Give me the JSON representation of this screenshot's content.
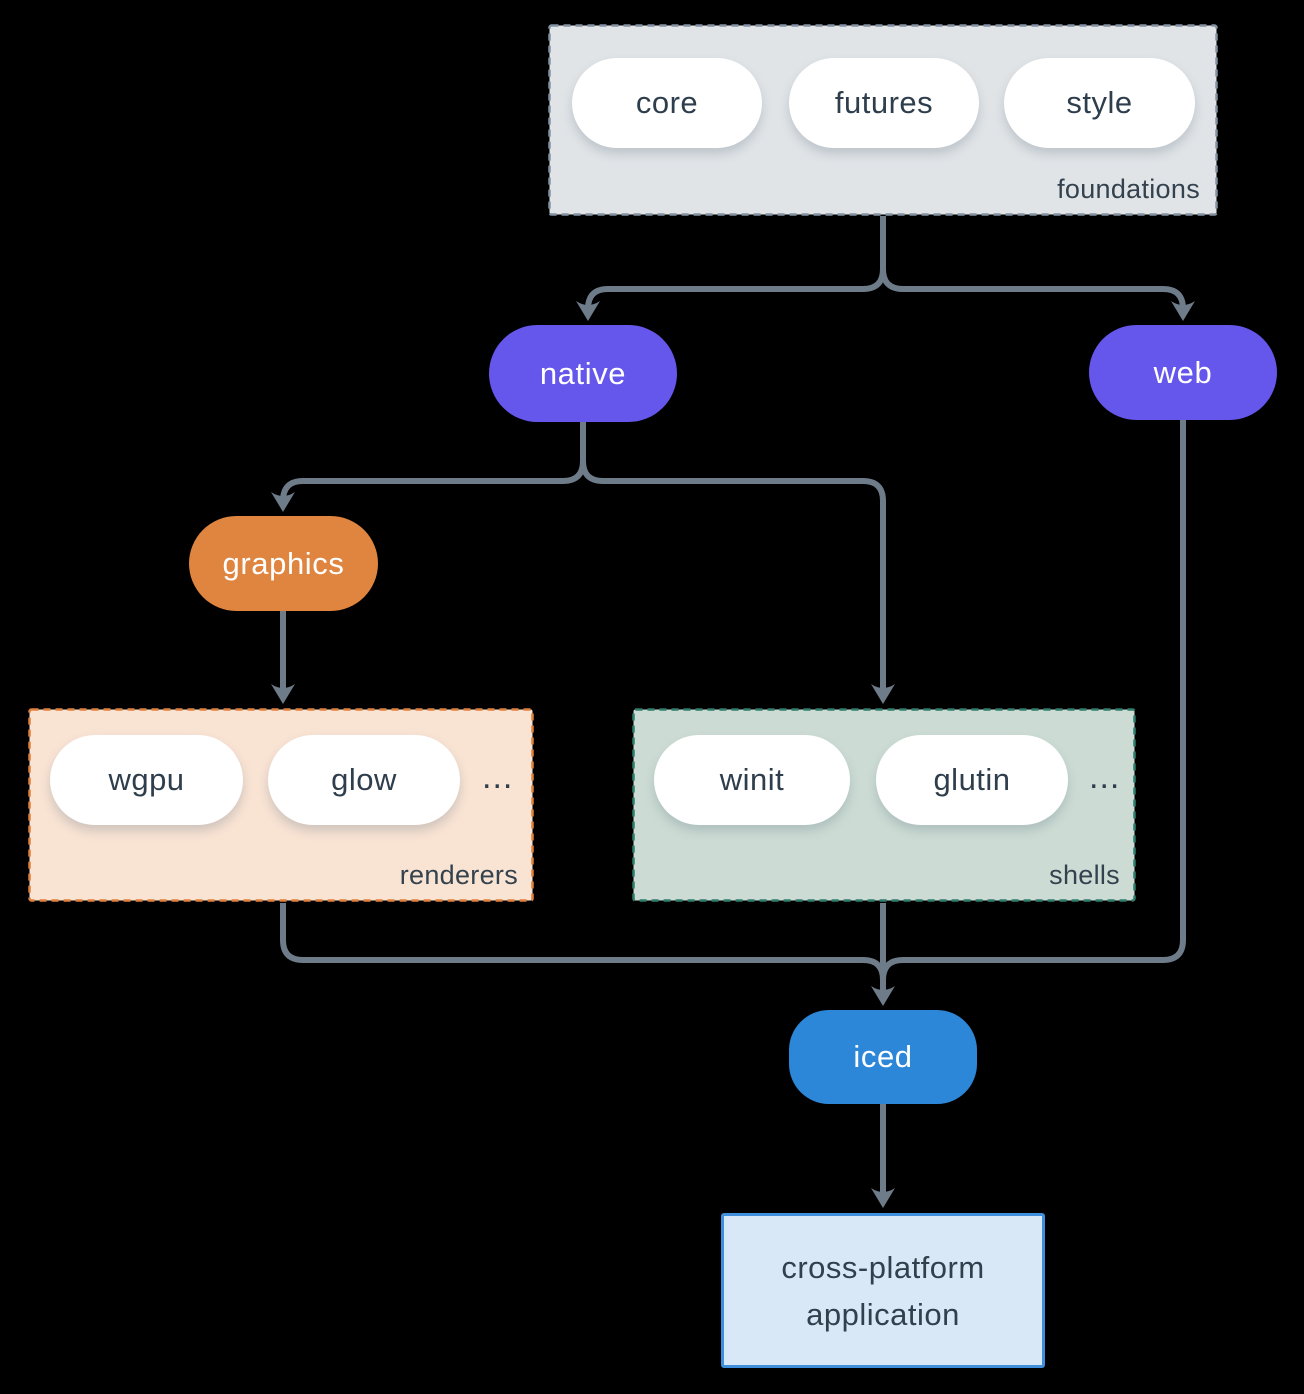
{
  "diagram": {
    "foundations": {
      "label": "foundations",
      "pills": [
        "core",
        "futures",
        "style"
      ]
    },
    "native_label": "native",
    "web_label": "web",
    "graphics_label": "graphics",
    "renderers": {
      "label": "renderers",
      "pills": [
        "wgpu",
        "glow"
      ],
      "ellipsis": "..."
    },
    "shells": {
      "label": "shells",
      "pills": [
        "winit",
        "glutin"
      ],
      "ellipsis": "..."
    },
    "iced_label": "iced",
    "application": {
      "line1": "cross-platform",
      "line2": "application"
    }
  },
  "colors": {
    "background": "#000000",
    "connector": "#6e7b89",
    "node_purple": "#6657ec",
    "node_orange": "#e08540",
    "node_blue": "#2d87d8",
    "foundations_bg": "#e0e4e7",
    "foundations_border": "#8292a2",
    "renderers_bg": "#f9e3d3",
    "renderers_border": "#e0803a",
    "shells_bg": "#ccdcd4",
    "shells_border": "#2f7d6d",
    "app_bg": "#d9e8f7",
    "app_border": "#3f8fdd",
    "pill_bg": "#ffffff",
    "text_dark": "#2f3e4c",
    "text_light": "#ffffff"
  }
}
